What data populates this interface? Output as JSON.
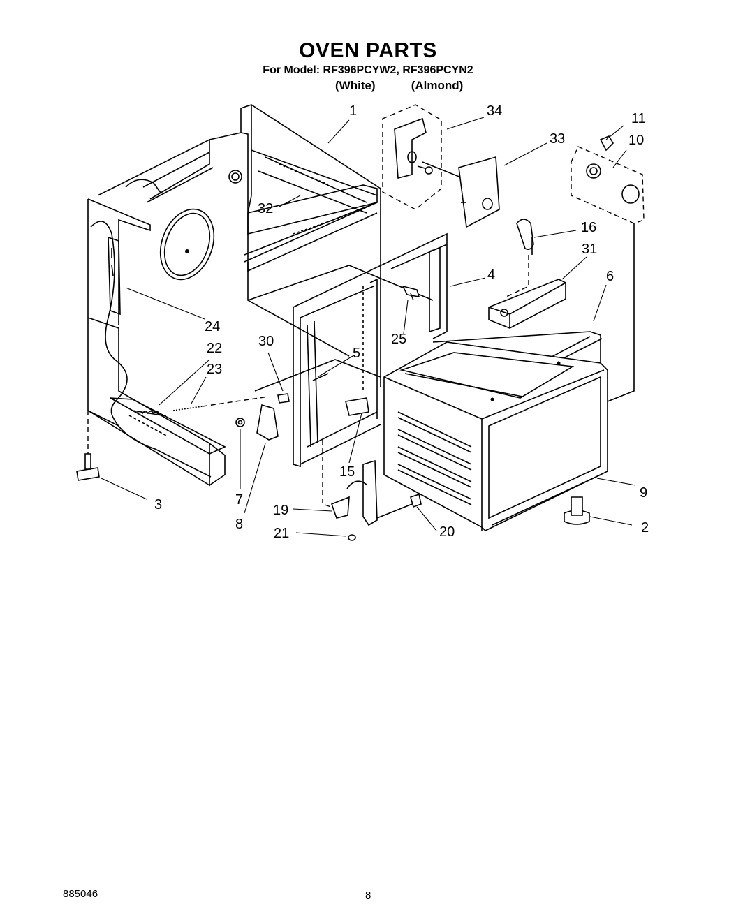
{
  "header": {
    "title": "OVEN PARTS",
    "model_line": "For Model: RF396PCYW2, RF396PCYN2",
    "color_white": "(White)",
    "color_almond": "(Almond)"
  },
  "callouts": [
    "1",
    "34",
    "33",
    "11",
    "10",
    "32",
    "16",
    "31",
    "4",
    "6",
    "24",
    "25",
    "22",
    "30",
    "5",
    "23",
    "15",
    "9",
    "3",
    "7",
    "8",
    "19",
    "21",
    "20",
    "2"
  ],
  "footer": {
    "doc_number": "885046",
    "page_number": "8"
  }
}
